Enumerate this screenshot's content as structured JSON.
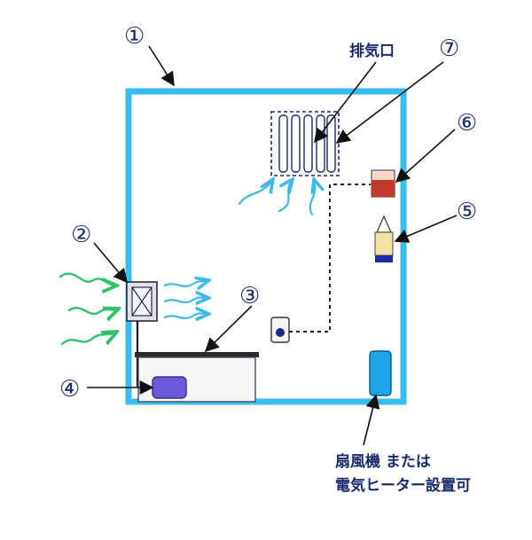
{
  "diagram": {
    "callouts": [
      "①",
      "②",
      "③",
      "④",
      "⑤",
      "⑥",
      "⑦"
    ],
    "labels": {
      "exhaust": "排気口",
      "note_line1": "扇風機 または",
      "note_line2": "電気ヒーター設置可"
    }
  }
}
